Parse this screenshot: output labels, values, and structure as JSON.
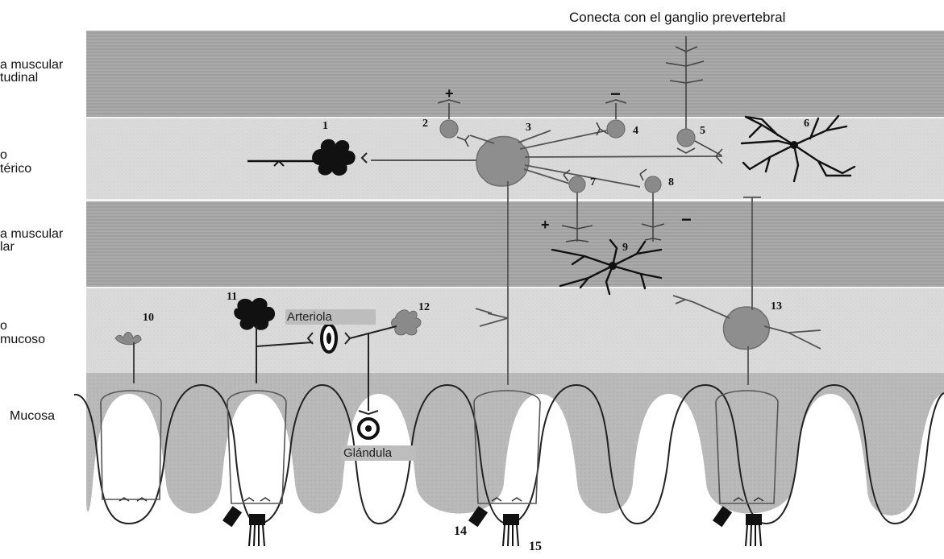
{
  "top_caption": "Conecta con el ganglio prevertebral",
  "layers": [
    {
      "id": "longitudinal",
      "line1": "a muscular",
      "line2": "tudinal"
    },
    {
      "id": "enterico",
      "line1": "o",
      "line2": "térico"
    },
    {
      "id": "circular",
      "line1": "a muscular",
      "line2": "lar"
    },
    {
      "id": "submucoso",
      "line1": "o",
      "line2": "mucoso"
    },
    {
      "id": "mucosa",
      "line1": "Mucosa",
      "line2": ""
    }
  ],
  "tags": {
    "arteriola": "Arteriola",
    "glandula": "Glándula"
  },
  "numbers": [
    "1",
    "2",
    "3",
    "4",
    "5",
    "6",
    "7",
    "8",
    "9",
    "10",
    "11",
    "12",
    "13",
    "14",
    "15"
  ],
  "signs": {
    "plus": "+",
    "minus": "−"
  },
  "colors": {
    "muscle_band": "#a9a9a9",
    "plexus_band": "#d9d9d9",
    "submucosa_band": "#d0d0d0",
    "mucosa_fill": "#b8b8b8",
    "neuron_gray": "#8c8c8c",
    "ink": "#111111"
  }
}
